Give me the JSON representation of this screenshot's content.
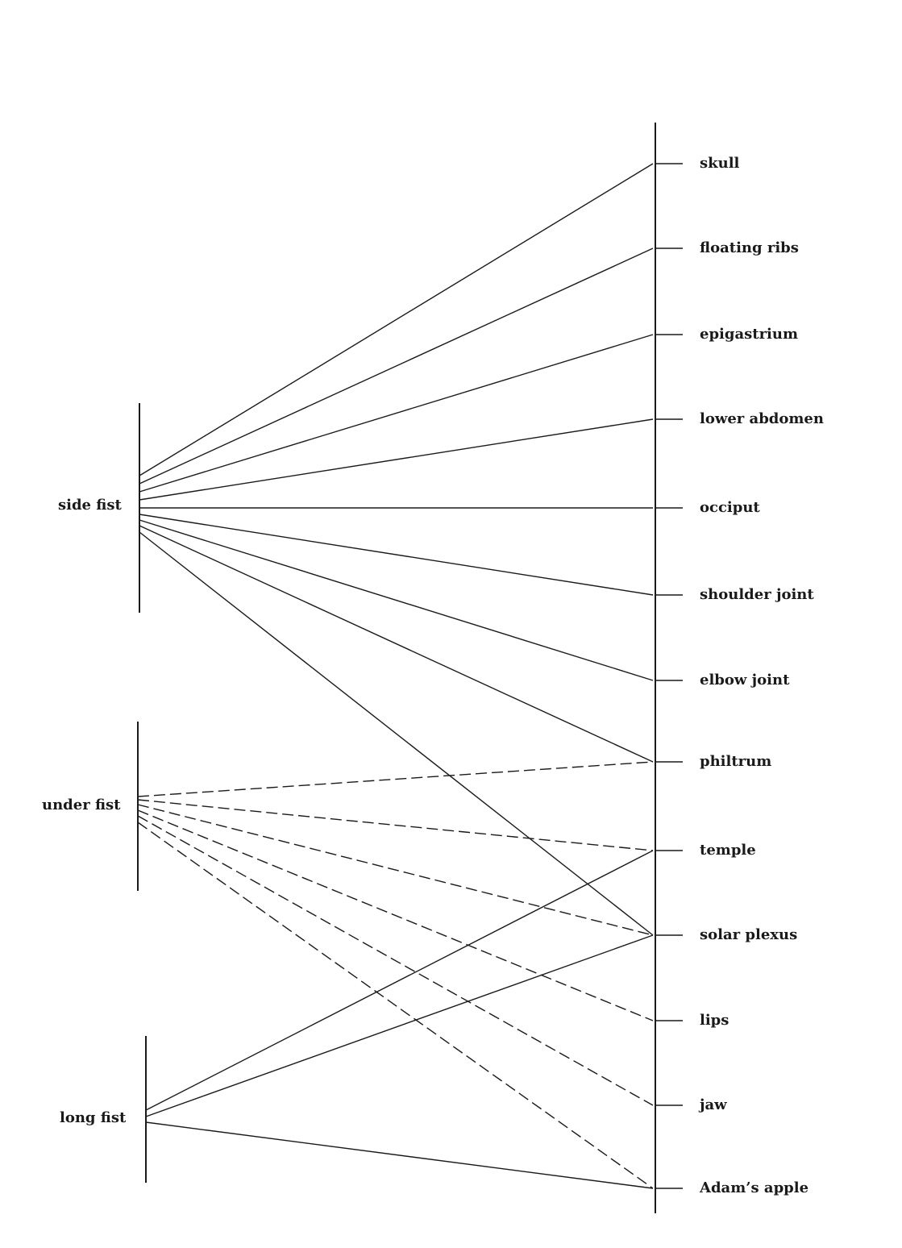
{
  "sources": [
    {
      "id": "side",
      "label": "side fist"
    },
    {
      "id": "under",
      "label": "under fist"
    },
    {
      "id": "long",
      "label": "long fist"
    }
  ],
  "targets": [
    {
      "id": "skull",
      "label": "skull"
    },
    {
      "id": "floating_ribs",
      "label": "floating ribs"
    },
    {
      "id": "epigastrium",
      "label": "epigastrium"
    },
    {
      "id": "lower_abdomen",
      "label": "lower abdomen"
    },
    {
      "id": "occiput",
      "label": "occiput"
    },
    {
      "id": "shoulder_joint",
      "label": "shoulder joint"
    },
    {
      "id": "elbow_joint",
      "label": "elbow joint"
    },
    {
      "id": "philtrum",
      "label": "philtrum"
    },
    {
      "id": "temple",
      "label": "temple"
    },
    {
      "id": "solar_plexus",
      "label": "solar plexus"
    },
    {
      "id": "lips",
      "label": "lips"
    },
    {
      "id": "jaw",
      "label": "jaw"
    },
    {
      "id": "adams_apple",
      "label": "Adam’s apple"
    }
  ],
  "connections": [
    {
      "from": "side",
      "to": "skull",
      "style": "solid"
    },
    {
      "from": "side",
      "to": "floating_ribs",
      "style": "solid"
    },
    {
      "from": "side",
      "to": "epigastrium",
      "style": "solid"
    },
    {
      "from": "side",
      "to": "lower_abdomen",
      "style": "solid"
    },
    {
      "from": "side",
      "to": "occiput",
      "style": "solid"
    },
    {
      "from": "side",
      "to": "shoulder_joint",
      "style": "solid"
    },
    {
      "from": "side",
      "to": "elbow_joint",
      "style": "solid"
    },
    {
      "from": "side",
      "to": "philtrum",
      "style": "solid"
    },
    {
      "from": "side",
      "to": "solar_plexus",
      "style": "solid"
    },
    {
      "from": "under",
      "to": "philtrum",
      "style": "dashed"
    },
    {
      "from": "under",
      "to": "temple",
      "style": "dashed"
    },
    {
      "from": "under",
      "to": "solar_plexus",
      "style": "dashed"
    },
    {
      "from": "under",
      "to": "lips",
      "style": "dashed"
    },
    {
      "from": "under",
      "to": "jaw",
      "style": "dashed"
    },
    {
      "from": "under",
      "to": "adams_apple",
      "style": "dashed"
    },
    {
      "from": "long",
      "to": "temple",
      "style": "solid"
    },
    {
      "from": "long",
      "to": "solar_plexus",
      "style": "solid"
    },
    {
      "from": "long",
      "to": "adams_apple",
      "style": "solid"
    }
  ]
}
